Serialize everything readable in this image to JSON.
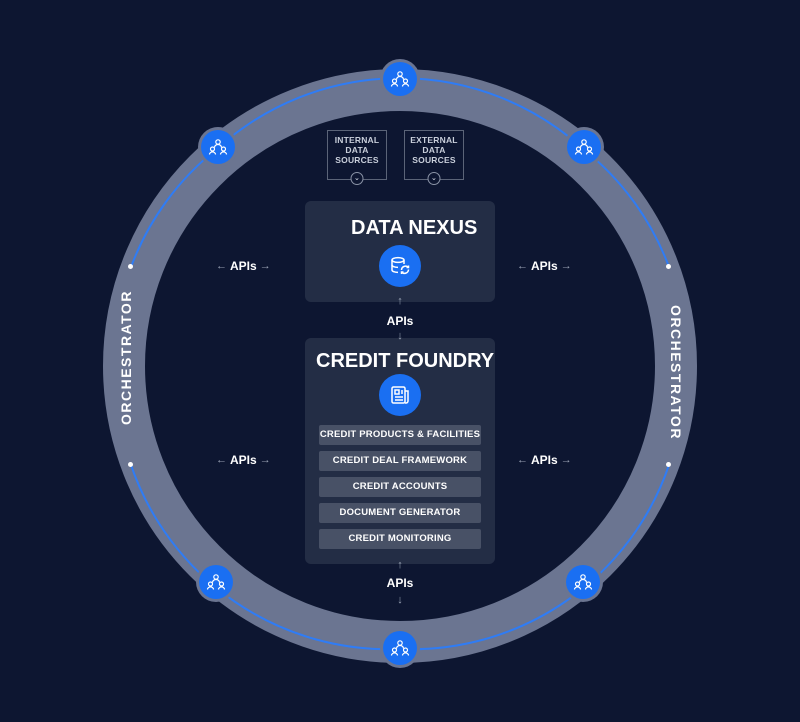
{
  "data_sources": {
    "internal": [
      "INTERNAL",
      "DATA",
      "SOURCES"
    ],
    "external": [
      "EXTERNAL",
      "DATA",
      "SOURCES"
    ]
  },
  "data_nexus": {
    "title": "DATA NEXUS",
    "icon": "database-sync-icon"
  },
  "credit_foundry": {
    "title": "CREDIT FOUNDRY",
    "icon": "document-icon",
    "modules": [
      "CREDIT PRODUCTS & FACILITIES",
      "CREDIT DEAL FRAMEWORK",
      "CREDIT ACCOUNTS",
      "DOCUMENT GENERATOR",
      "CREDIT MONITORING"
    ]
  },
  "apis": {
    "label": "APIs",
    "left_top": "APIs",
    "right_top": "APIs",
    "left_bottom": "APIs",
    "right_bottom": "APIs",
    "center_middle": "APIs",
    "center_bottom": "APIs"
  },
  "orchestrator": {
    "left": "ORCHESTRATOR",
    "right": "ORCHESTRATOR"
  },
  "ring_nodes": {
    "icon": "user-group-icon",
    "count": 6
  },
  "colors": {
    "background": "#0d1631",
    "ring": "#6b7591",
    "accent_blue": "#1a6ff2",
    "panel": "#232d45",
    "module": "#485166"
  }
}
